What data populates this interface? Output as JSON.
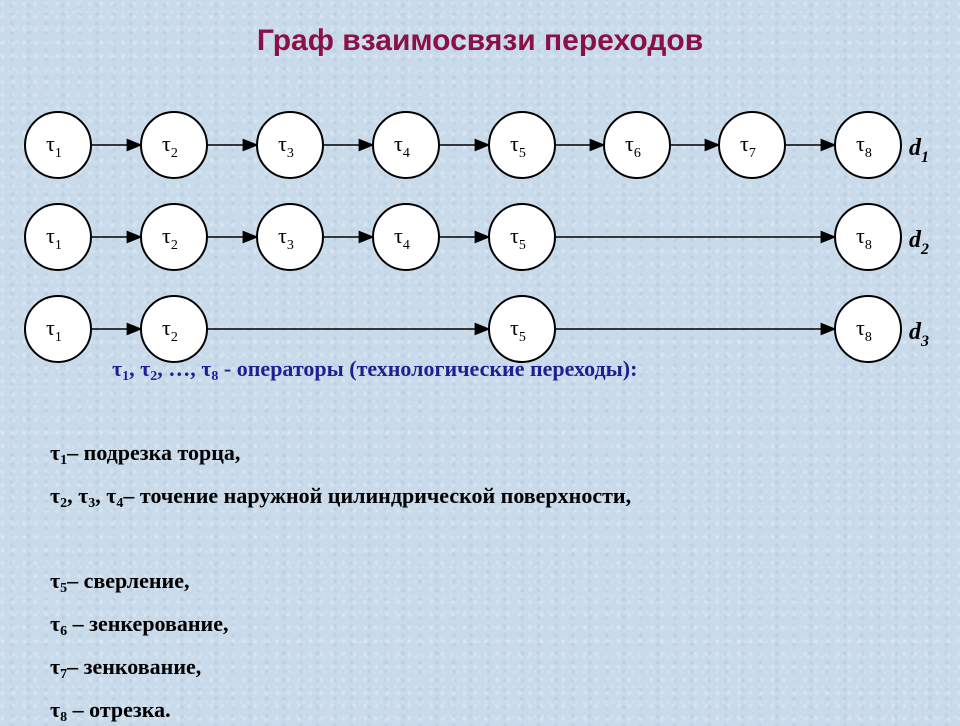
{
  "title": "Граф взаимосвязи переходов",
  "graph": {
    "symbol": "τ",
    "rows": [
      {
        "label_main": "d",
        "label_sub": "1",
        "nodes": [
          "1",
          "2",
          "3",
          "4",
          "5",
          "6",
          "7",
          "8"
        ]
      },
      {
        "label_main": "d",
        "label_sub": "2",
        "nodes": [
          "1",
          "2",
          "3",
          "4",
          "5",
          "8"
        ]
      },
      {
        "label_main": "d",
        "label_sub": "3",
        "nodes": [
          "1",
          "2",
          "5",
          "8"
        ]
      }
    ]
  },
  "legend": {
    "symbols": [
      "1",
      "2",
      "8"
    ],
    "ellipsis": "…,",
    "text": " - операторы (технологические переходы):"
  },
  "operations": [
    {
      "subs": [
        "1"
      ],
      "text": "– подрезка торца,"
    },
    {
      "subs": [
        "2",
        "3",
        "4"
      ],
      "text": "– точение наружной цилиндрической поверхности,"
    },
    {
      "subs": [
        "5"
      ],
      "text": "– сверление,"
    },
    {
      "subs": [
        "6"
      ],
      "text": " – зенкерование,"
    },
    {
      "subs": [
        "7"
      ],
      "text": "– зенкование,"
    },
    {
      "subs": [
        "8"
      ],
      "text": " – отрезка."
    }
  ]
}
